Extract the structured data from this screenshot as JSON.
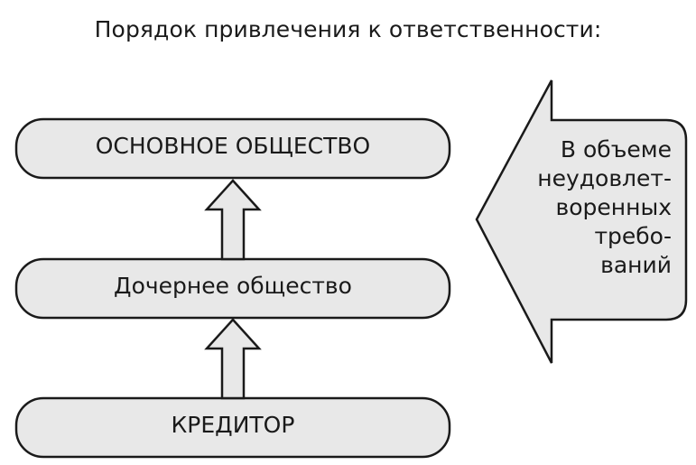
{
  "title": "Порядок привлечения к ответственности:",
  "boxes": {
    "parent": "ОСНОВНОЕ ОБЩЕСТВО",
    "subsidiary": "Дочернее общество",
    "creditor": "КРЕДИТОР"
  },
  "side_arrow": {
    "lines": [
      "В объеме",
      "неудовлет-",
      "воренных",
      "требо-",
      "ваний"
    ]
  },
  "colors": {
    "fill": "#e8e8e8",
    "stroke": "#1a1a1a",
    "text": "#1a1a1a"
  }
}
